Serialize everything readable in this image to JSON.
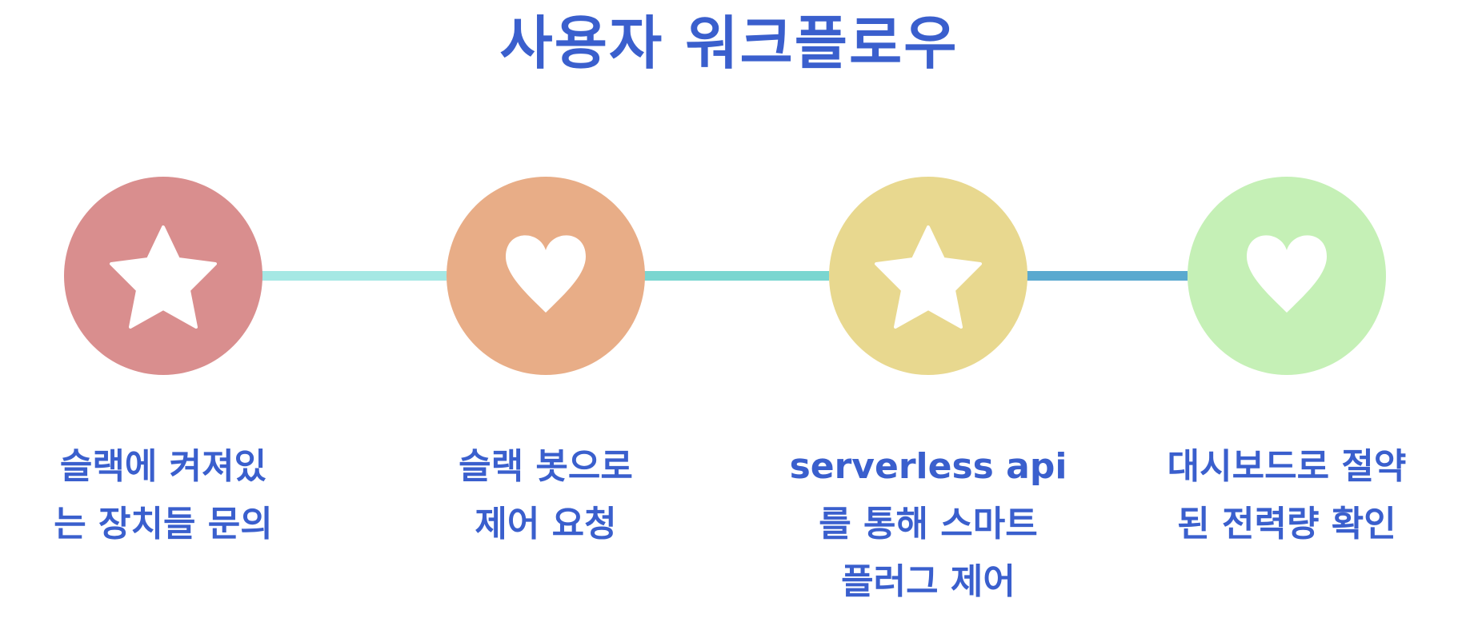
{
  "title": "사용자 워크플로우",
  "steps": [
    {
      "icon": "star-icon",
      "color": "#d98e8e",
      "lines": [
        "슬랙에 켜져있",
        "는 장치들 문의"
      ]
    },
    {
      "icon": "heart-icon",
      "color": "#e8ad87",
      "lines": [
        "슬랙 봇으로",
        "제어 요청"
      ]
    },
    {
      "icon": "star-icon",
      "color": "#e8d88f",
      "lines": [
        "serverless api",
        "를 통해 스마트",
        "플러그 제어"
      ]
    },
    {
      "icon": "heart-icon",
      "color": "#c5f0b6",
      "lines": [
        "대시보드로 절약",
        "된 전력량 확인"
      ]
    }
  ],
  "connector_colors": [
    "#a5e8e4",
    "#7ad6d0",
    "#5aa9cf"
  ],
  "text_color": "#3a5fcd"
}
